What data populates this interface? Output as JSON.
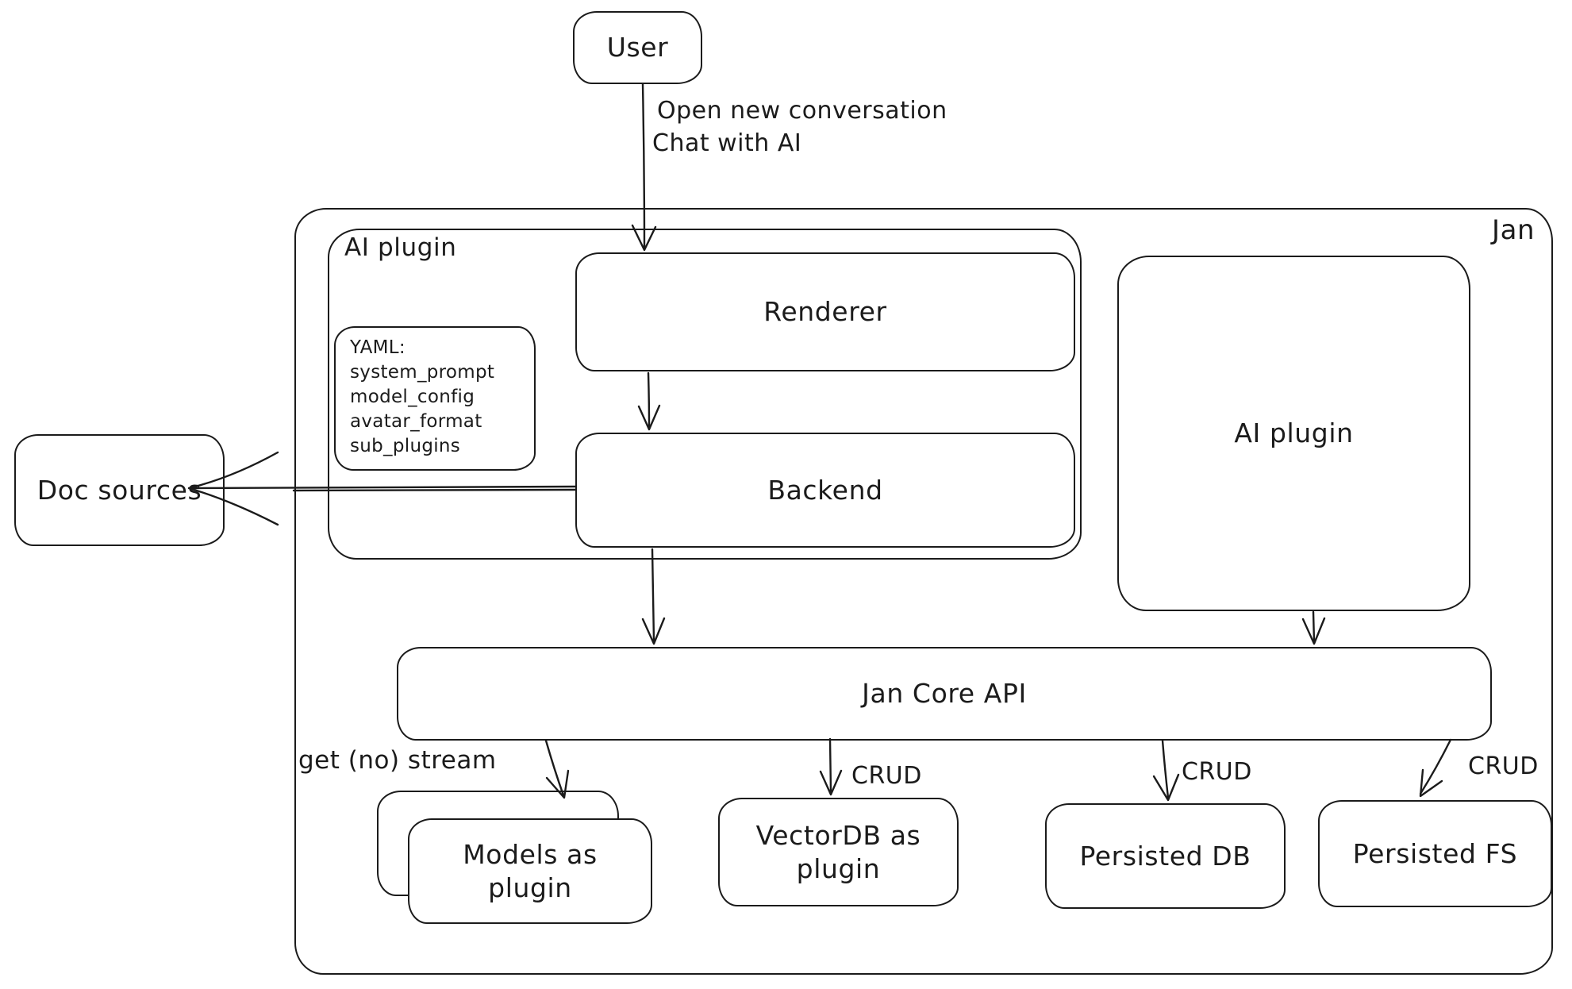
{
  "colors": {
    "stroke": "#1b1b1b",
    "background": "#ffffff"
  },
  "nodes": {
    "user": "User",
    "jan": "Jan",
    "ai_plugin_left": "AI plugin",
    "renderer": "Renderer",
    "backend": "Backend",
    "doc_sources": "Doc sources",
    "ai_plugin_right": "AI plugin",
    "jan_core_api": "Jan Core API",
    "models_as_plugin": "Models as plugin",
    "vectordb_as_plugin": "VectorDB as plugin",
    "persisted_db": "Persisted DB",
    "persisted_fs": "Persisted FS"
  },
  "yaml_note": {
    "lines": [
      "YAML:",
      "system_prompt",
      "model_config",
      "avatar_format",
      "sub_plugins"
    ]
  },
  "edge_labels": {
    "open_new_conversation": "Open new conversation",
    "chat_with_ai": "Chat with AI",
    "get_no_stream": "get (no) stream",
    "crud_vectordb": "CRUD",
    "crud_db": "CRUD",
    "crud_fs": "CRUD"
  }
}
